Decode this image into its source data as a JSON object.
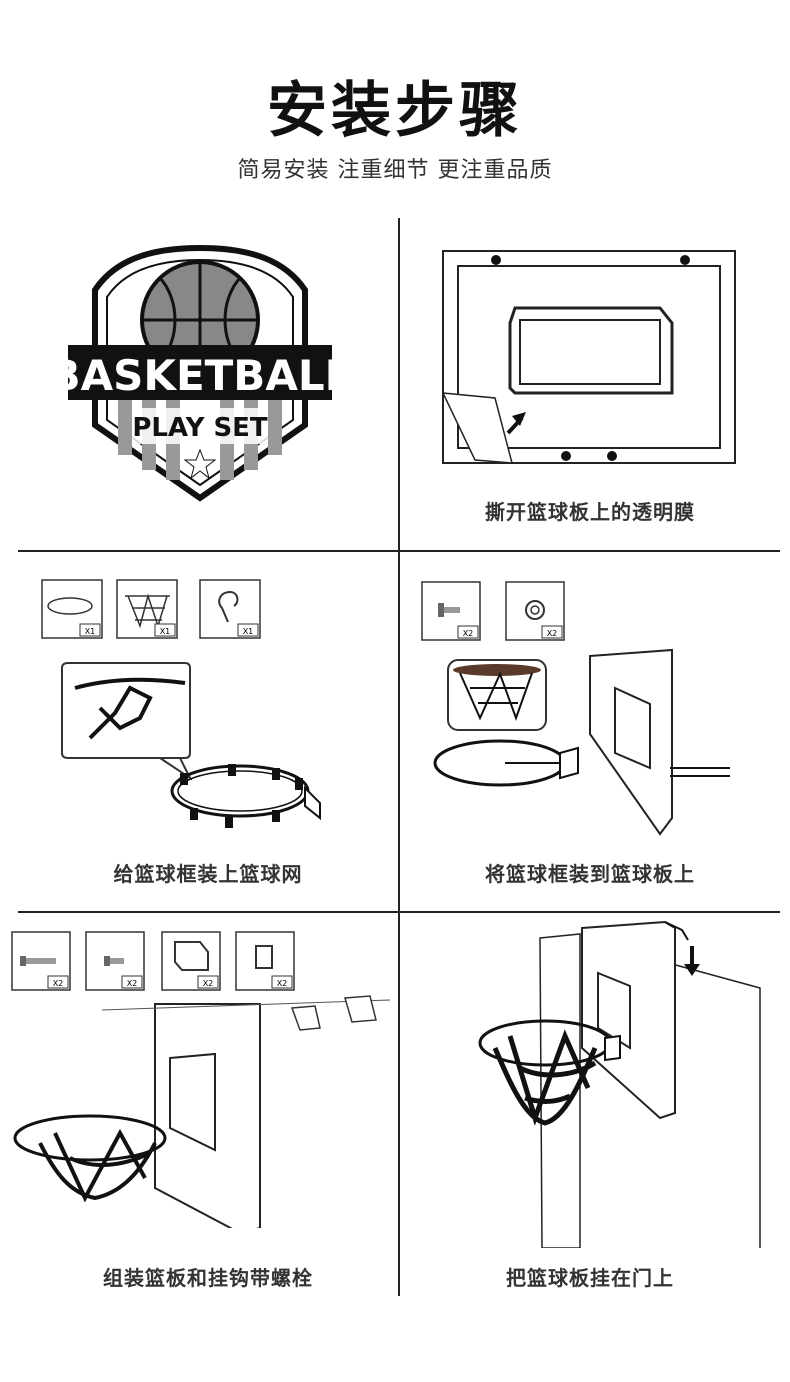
{
  "header": {
    "title": "安装步骤",
    "subtitle": "简易安装 注重细节 更注重品质"
  },
  "logo": {
    "line1": "BASKETBALL",
    "line2": "PLAY SET"
  },
  "steps": [
    {
      "caption": "撕开篮球板上的透明膜"
    },
    {
      "caption": "给篮球框装上篮球网",
      "parts": [
        "X1",
        "X1",
        "X1"
      ]
    },
    {
      "caption": "将篮球框装到篮球板上",
      "parts": [
        "X2",
        "X2"
      ]
    },
    {
      "caption": "组装篮板和挂钩带螺栓",
      "parts": [
        "X2",
        "X2",
        "X2",
        "X2"
      ]
    },
    {
      "caption": "把篮球板挂在门上"
    }
  ]
}
